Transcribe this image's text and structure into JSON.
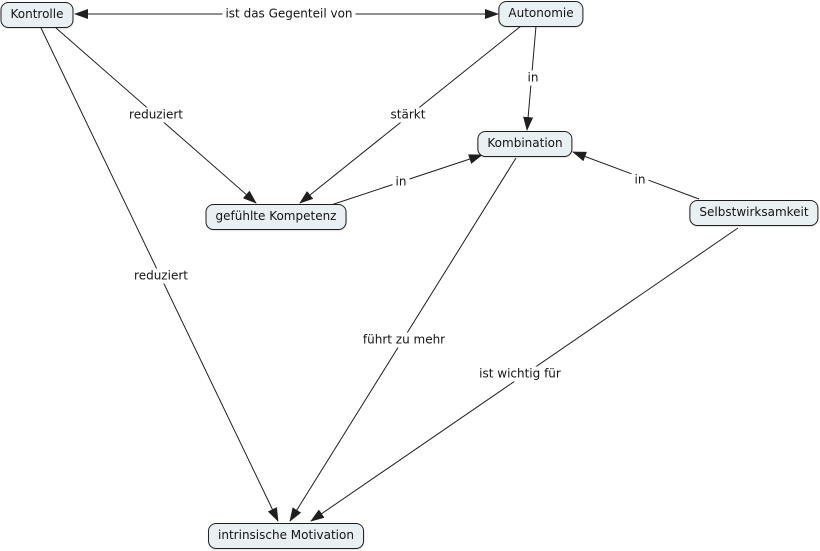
{
  "nodes": {
    "kontrolle": {
      "label": "Kontrolle"
    },
    "autonomie": {
      "label": "Autonomie"
    },
    "kombination": {
      "label": "Kombination"
    },
    "gefuehlte_kompetenz": {
      "label": "gefühlte Kompetenz"
    },
    "selbstwirksamkeit": {
      "label": "Selbstwirksamkeit"
    },
    "intrinsische_motivation": {
      "label": "intrinsische Motivation"
    }
  },
  "edges": {
    "kontrolle_autonomie": {
      "from": "kontrolle",
      "to": "autonomie",
      "label": "ist das Gegenteil von",
      "direction": "both"
    },
    "kontrolle_gefuehlte_kompetenz": {
      "from": "kontrolle",
      "to": "gefuehlte_kompetenz",
      "label": "reduziert",
      "direction": "forward"
    },
    "autonomie_gefuehlte_kompetenz": {
      "from": "autonomie",
      "to": "gefuehlte_kompetenz",
      "label": "stärkt",
      "direction": "forward"
    },
    "autonomie_kombination": {
      "from": "autonomie",
      "to": "kombination",
      "label": "in",
      "direction": "forward"
    },
    "gefuehlte_kompetenz_kombination": {
      "from": "gefuehlte_kompetenz",
      "to": "kombination",
      "label": "in",
      "direction": "forward"
    },
    "selbstwirksamkeit_kombination": {
      "from": "selbstwirksamkeit",
      "to": "kombination",
      "label": "in",
      "direction": "forward"
    },
    "kontrolle_intrinsische_motivation": {
      "from": "kontrolle",
      "to": "intrinsische_motivation",
      "label": "reduziert",
      "direction": "forward"
    },
    "kombination_intrinsische_motivation": {
      "from": "kombination",
      "to": "intrinsische_motivation",
      "label": "führt zu mehr",
      "direction": "forward"
    },
    "selbstwirksamkeit_intrinsische_motivation": {
      "from": "selbstwirksamkeit",
      "to": "intrinsische_motivation",
      "label": "ist wichtig für",
      "direction": "forward"
    }
  },
  "colors": {
    "node_fill": "#e9f0f4",
    "node_border": "#1f1f1f",
    "edge_line": "#1f1f1f",
    "background": "#ffffff"
  }
}
